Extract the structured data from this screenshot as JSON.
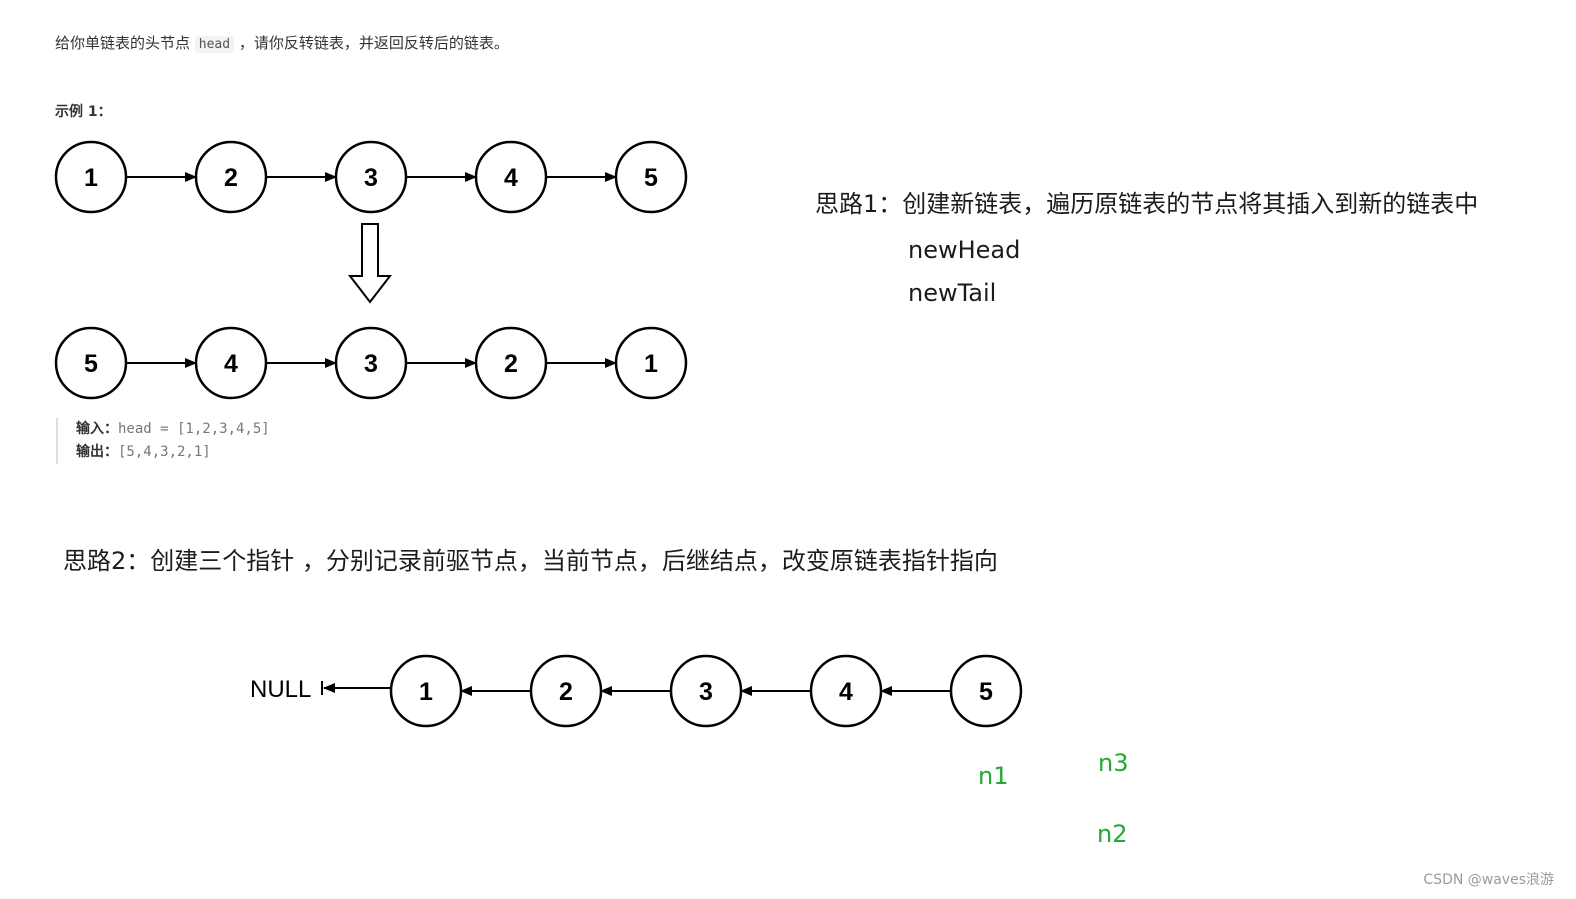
{
  "intro": {
    "before": "给你单链表的头节点 ",
    "code": "head",
    "after": " ，请你反转链表，并返回反转后的链表。"
  },
  "example": {
    "title": "示例 1：",
    "original_list": [
      "1",
      "2",
      "3",
      "4",
      "5"
    ],
    "reversed_list": [
      "5",
      "4",
      "3",
      "2",
      "1"
    ],
    "input_label": "输入：",
    "input_value": "head = [1,2,3,4,5]",
    "output_label": "输出：",
    "output_value": "[5,4,3,2,1]"
  },
  "idea1": {
    "text": "思路1：创建新链表，遍历原链表的节点将其插入到新的链表中",
    "vars": [
      "newHead",
      "newTail"
    ]
  },
  "idea2": {
    "text": "思路2：创建三个指针 ，分别记录前驱节点，当前节点，后继结点，改变原链表指针指向",
    "null_label": "NULL",
    "nodes": [
      "1",
      "2",
      "3",
      "4",
      "5"
    ],
    "pointers": [
      "n1",
      "n3",
      "n2"
    ]
  },
  "colors": {
    "pointer_label": "#22aa33",
    "stroke": "#000000"
  },
  "watermark": "CSDN @waves浪游"
}
